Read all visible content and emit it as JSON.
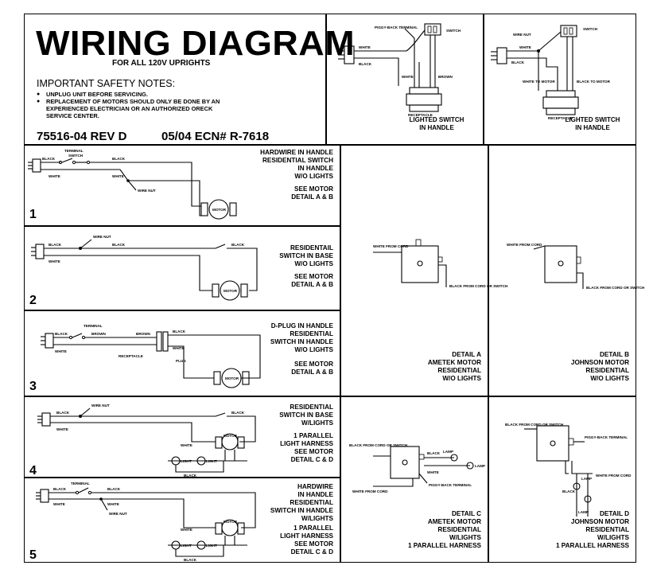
{
  "header": {
    "title": "WIRING DIAGRAM",
    "subtitle": "FOR ALL 120V UPRIGHTS",
    "notes_heading": "IMPORTANT SAFETY NOTES:",
    "notes": [
      "UNPLUG UNIT BEFORE SERVICING.",
      "REPLACEMENT OF MOTORS SHOULD ONLY BE DONE BY AN EXPERIENCED ELECTRICIAN OR AN AUTHORIZED ORECK SERVICE CENTER."
    ],
    "part_number": "75516-04 REV D",
    "ecn": "05/04 ECN# R-7618"
  },
  "top_diagrams": [
    {
      "caption": [
        "LIGHTED SWITCH",
        "IN HANDLE"
      ],
      "labels": {
        "terminal": "PIGGY-BACK TERMINAL",
        "switch": "SWITCH",
        "white_plug": "WHITE",
        "black": "BLACK",
        "white": "WHITE",
        "brown": "BROWN",
        "receptacle": "RECEPTACLE"
      }
    },
    {
      "caption": [
        "LIGHTED SWITCH",
        "IN HANDLE"
      ],
      "labels": {
        "wire_nut": "WIRE NUT",
        "switch": "SWITCH",
        "white": "WHITE",
        "black": "BLACK",
        "white_motor": "WHITE TO MOTOR",
        "black_motor": "BLACK TO MOTOR",
        "receptacle": "RECEPTACLE"
      }
    }
  ],
  "rows": [
    {
      "number": "1",
      "description": [
        "HARDWIRE IN HANDLE",
        "RESIDENTIAL SWITCH",
        "IN HANDLE",
        "W/O LIGHTS"
      ],
      "see": [
        "SEE MOTOR",
        "DETAIL A & B"
      ],
      "labels": {
        "terminal": "TERMINAL",
        "switch": "SWITCH",
        "black": "BLACK",
        "black2": "BLACK",
        "white": "WHITE",
        "white2": "WHITE",
        "wire_nut": "WIRE NUT",
        "motor": "MOTOR"
      }
    },
    {
      "number": "2",
      "description": [
        "RESIDENTAIL",
        "SWITCH IN BASE",
        "W/O LIGHTS"
      ],
      "see": [
        "SEE MOTOR",
        "DETAIL A & B"
      ],
      "labels": {
        "wire_nut": "WIRE NUT",
        "black": "BLACK",
        "black2": "BLACK",
        "black3": "BLACK",
        "white": "WHITE",
        "motor": "MOTOR"
      }
    },
    {
      "number": "3",
      "description": [
        "D-PLUG IN HANDLE",
        "RESIDENTIAL",
        "SWITCH IN HANDLE",
        "W/O LIGHTS"
      ],
      "see": [
        "SEE MOTOR",
        "DETAIL A & B"
      ],
      "labels": {
        "terminal": "TERMINAL",
        "black": "BLACK",
        "brown": "BROWN",
        "brown2": "BROWN",
        "black2": "BLACK",
        "white": "WHITE",
        "white2": "WHITE",
        "receptacle": "RECEPTACLE",
        "plug": "PLUG",
        "motor": "MOTOR"
      }
    },
    {
      "number": "4",
      "description": [
        "RESIDENTIAL",
        "SWITCH IN BASE",
        "W/LIGHTS"
      ],
      "see": [
        "1 PARALLEL",
        "LIGHT HARNESS",
        "SEE MOTOR",
        "DETAIL C & D"
      ],
      "labels": {
        "wire_nut": "WIRE NUT",
        "black": "BLACK",
        "black2": "BLACK",
        "white": "WHITE",
        "white2": "WHITE",
        "motor": "MOTOR",
        "light": "LIGHT",
        "light2": "LIGHT",
        "black3": "BLACK"
      }
    },
    {
      "number": "5",
      "description": [
        "HARDWIRE",
        "IN HANDLE",
        "RESIDENTIAL",
        "SWITCH IN HANDLE",
        "W/LIGHTS"
      ],
      "see": [
        "1 PARALLEL",
        "LIGHT HARNESS",
        "SEE MOTOR",
        "DETAIL C & D"
      ],
      "labels": {
        "terminal": "TERMINAL",
        "black": "BLACK",
        "black2": "BLACK",
        "white": "WHITE",
        "white2": "WHITE",
        "wire_nut": "WIRE NUT",
        "white3": "WHITE",
        "motor": "MOTOR",
        "light": "LIGHT",
        "light2": "LIGHT",
        "black3": "BLACK"
      }
    }
  ],
  "details": {
    "a": {
      "caption": [
        "DETAIL A",
        "AMETEK MOTOR",
        "RESIDENTIAL",
        "W/O LIGHTS"
      ],
      "labels": {
        "white": "WHITE FROM CORD",
        "black": "BLACK FROM CORD OR SWITCH"
      }
    },
    "b": {
      "caption": [
        "DETAIL B",
        "JOHNSON MOTOR",
        "RESIDENTIAL",
        "W/O LIGHTS"
      ],
      "labels": {
        "white": "WHITE FROM CORD",
        "black": "BLACK FROM CORD OR SWITCH"
      }
    },
    "c": {
      "caption": [
        "DETAIL C",
        "AMETEK MOTOR",
        "RESIDENTIAL",
        "W/LIGHTS",
        "1 PARALLEL HARNESS"
      ],
      "labels": {
        "black": "BLACK FROM CORD OR SWITCH",
        "black2": "BLACK",
        "white": "WHITE",
        "lamp": "LAMP",
        "lamp2": "LAMP",
        "terminal": "PIGGY-BACK TERMINAL",
        "white_cord": "WHITE FROM CORD"
      }
    },
    "d": {
      "caption": [
        "DETAIL D",
        "JOHNSON MOTOR",
        "RESIDENTIAL",
        "W/LIGHTS",
        "1 PARALLEL HARNESS"
      ],
      "labels": {
        "black": "BLACK FROM CORD OR SWITCH",
        "terminal": "PIGGY-BACK TERMINAL",
        "white": "WHITE FROM CORD",
        "black2": "BLACK",
        "lamp": "LAMP",
        "lamp2": "LAMP"
      }
    }
  }
}
